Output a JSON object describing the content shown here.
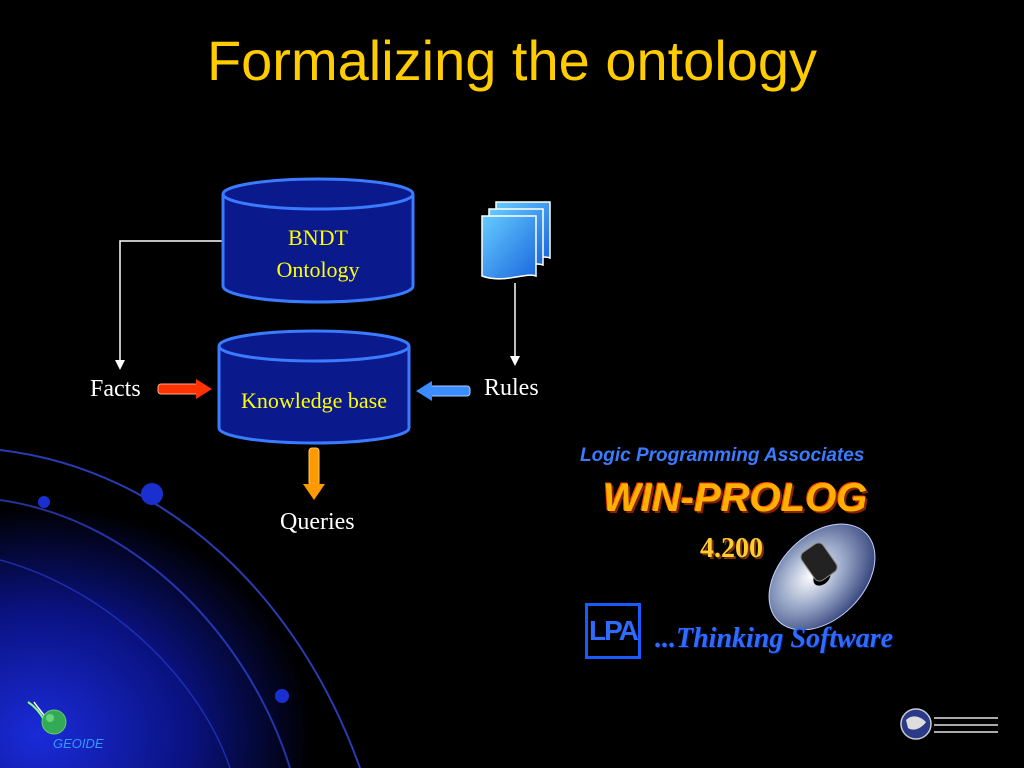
{
  "slide": {
    "title": "Formalizing the ontology"
  },
  "diagram": {
    "ontology_db": {
      "line1": "BNDT",
      "line2": "Ontology"
    },
    "knowledge_base": {
      "label": "Knowledge base"
    },
    "facts_label": "Facts",
    "rules_label": "Rules",
    "queries_label": "Queries"
  },
  "logo": {
    "company": "Logic Programming Associates",
    "product": "WIN-PROLOG",
    "version": "4.200",
    "tagline": "...Thinking Software",
    "mark": "LPA"
  },
  "footer": {
    "left_logo_text": "GEOIDE"
  },
  "colors": {
    "title": "#ffcc00",
    "db_fill": "#0a1a8c",
    "db_stroke": "#3a7bff",
    "facts_arrow": "#ff3300",
    "rules_arrow": "#3a8cff",
    "queries_arrow": "#ff9900"
  },
  "icons": [
    "document-stack-icon",
    "cd-disc-icon",
    "globe-icon",
    "map-logo-icon"
  ]
}
